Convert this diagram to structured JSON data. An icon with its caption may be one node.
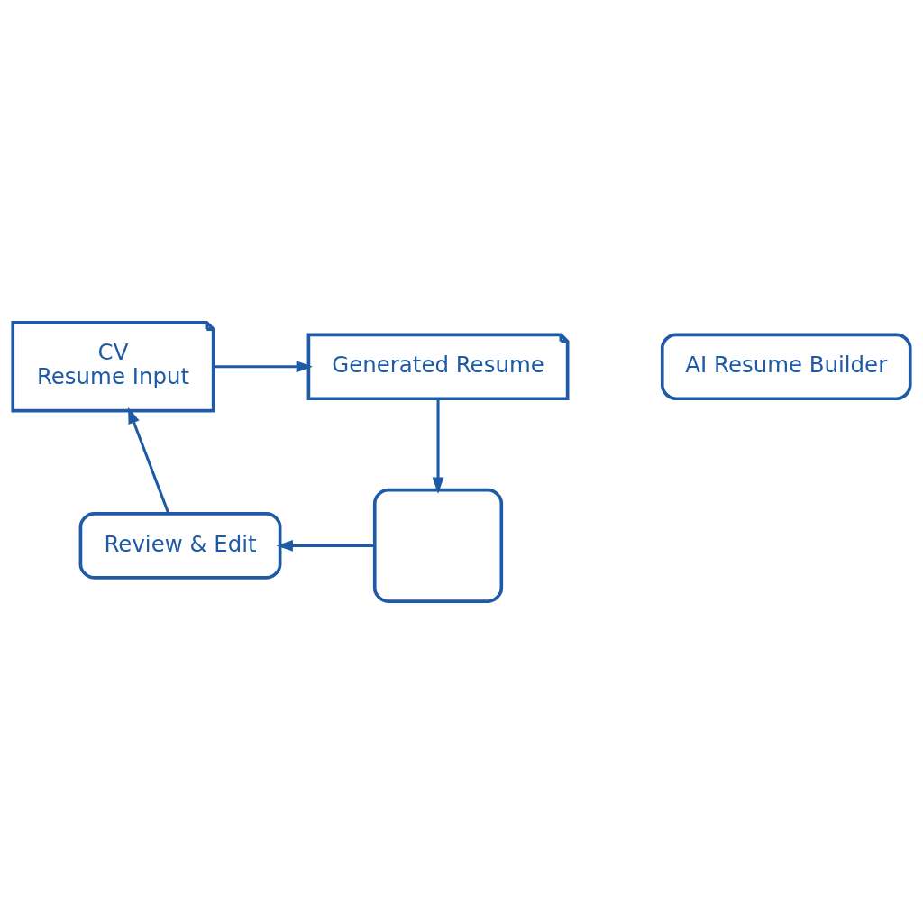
{
  "diagram": {
    "nodes": [
      {
        "text": [
          "CV",
          "Resume Input"
        ]
      },
      {
        "text": [
          "Generated Resume"
        ]
      },
      {
        "text": [],
        "shape": "box"
      },
      {
        "text": [
          "Review & Edit"
        ]
      },
      {
        "text": [
          "AI Resume Builder"
        ]
      }
    ],
    "edges": [
      {
        "from": 0,
        "to": 1,
        "arrow": "to"
      },
      {
        "from": 1,
        "to": 2,
        "arrow": "to"
      },
      {
        "from": 2,
        "to": 3,
        "arrow": "to"
      },
      {
        "from": 3,
        "to": 0,
        "arrow": "to"
      }
    ]
  }
}
